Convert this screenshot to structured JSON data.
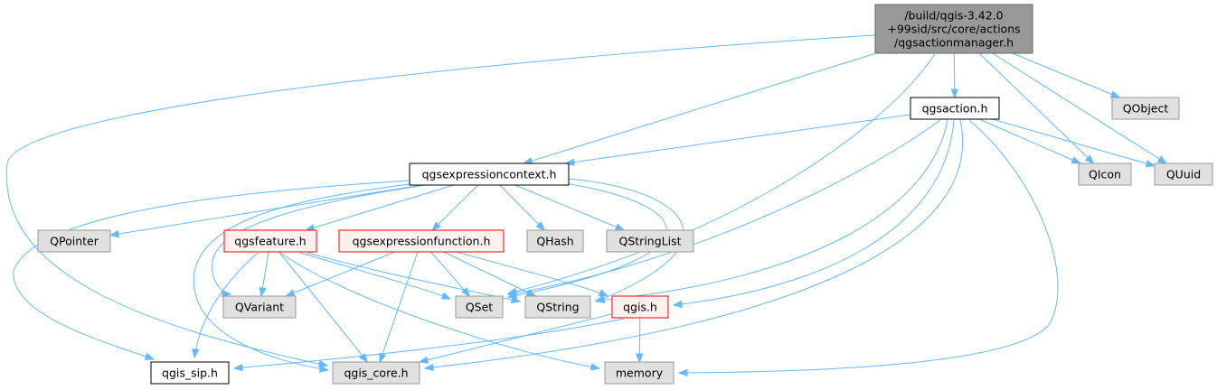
{
  "colors": {
    "edge": "#63b8ff",
    "root_fill": "#999999",
    "root_stroke": "#666666",
    "doc_fill": "#ffffff",
    "doc_stroke": "#000000",
    "truncated_fill": "#fff0f0",
    "truncated_stroke": "#ff0000",
    "external_fill": "#e0e0e0",
    "external_stroke": "#999999"
  },
  "nodes": {
    "root": {
      "lines": [
        "/build/qgis-3.42.0",
        "+99sid/src/core/actions",
        "/qgsactionmanager.h"
      ],
      "kind": "root"
    },
    "qgsaction": {
      "lines": [
        "qgsaction.h"
      ],
      "kind": "doc"
    },
    "qobject": {
      "lines": [
        "QObject"
      ],
      "kind": "external"
    },
    "qgsexpressioncontext": {
      "lines": [
        "qgsexpressioncontext.h"
      ],
      "kind": "doc"
    },
    "qicon": {
      "lines": [
        "QIcon"
      ],
      "kind": "external"
    },
    "quuid": {
      "lines": [
        "QUuid"
      ],
      "kind": "external"
    },
    "qpointer": {
      "lines": [
        "QPointer"
      ],
      "kind": "external"
    },
    "qgsfeature": {
      "lines": [
        "qgsfeature.h"
      ],
      "kind": "truncated"
    },
    "qgsexpressionfunction": {
      "lines": [
        "qgsexpressionfunction.h"
      ],
      "kind": "truncated"
    },
    "qhash": {
      "lines": [
        "QHash"
      ],
      "kind": "external"
    },
    "qstringlist": {
      "lines": [
        "QStringList"
      ],
      "kind": "external"
    },
    "qvariant": {
      "lines": [
        "QVariant"
      ],
      "kind": "external"
    },
    "qset": {
      "lines": [
        "QSet"
      ],
      "kind": "external"
    },
    "qstring": {
      "lines": [
        "QString"
      ],
      "kind": "external"
    },
    "qgis": {
      "lines": [
        "qgis.h"
      ],
      "kind": "truncated"
    },
    "qgis_sip": {
      "lines": [
        "qgis_sip.h"
      ],
      "kind": "doc"
    },
    "qgis_core": {
      "lines": [
        "qgis_core.h"
      ],
      "kind": "external"
    },
    "memory": {
      "lines": [
        "memory"
      ],
      "kind": "external"
    }
  },
  "edges": [
    [
      "root",
      "qgsaction"
    ],
    [
      "root",
      "qobject"
    ],
    [
      "root",
      "qicon"
    ],
    [
      "root",
      "quuid"
    ],
    [
      "root",
      "qgsexpressioncontext"
    ],
    [
      "root",
      "qset"
    ],
    [
      "root",
      "qgis_core"
    ],
    [
      "qgsaction",
      "qgsexpressioncontext"
    ],
    [
      "qgsaction",
      "qicon"
    ],
    [
      "qgsaction",
      "quuid"
    ],
    [
      "qgsaction",
      "qset"
    ],
    [
      "qgsaction",
      "qstring"
    ],
    [
      "qgsaction",
      "qgis"
    ],
    [
      "qgsaction",
      "qgis_core"
    ],
    [
      "qgsaction",
      "memory"
    ],
    [
      "qgsexpressioncontext",
      "qpointer"
    ],
    [
      "qgsexpressioncontext",
      "qgsfeature"
    ],
    [
      "qgsexpressioncontext",
      "qgsexpressionfunction"
    ],
    [
      "qgsexpressioncontext",
      "qhash"
    ],
    [
      "qgsexpressioncontext",
      "qstringlist"
    ],
    [
      "qgsexpressioncontext",
      "qvariant"
    ],
    [
      "qgsexpressioncontext",
      "qset"
    ],
    [
      "qgsexpressioncontext",
      "qstring"
    ],
    [
      "qgsexpressioncontext",
      "qgis_sip"
    ],
    [
      "qgsexpressioncontext",
      "qgis_core"
    ],
    [
      "qgsfeature",
      "qvariant"
    ],
    [
      "qgsfeature",
      "qset"
    ],
    [
      "qgsfeature",
      "qstring"
    ],
    [
      "qgsfeature",
      "qgis_sip"
    ],
    [
      "qgsfeature",
      "qgis_core"
    ],
    [
      "qgsfeature",
      "memory"
    ],
    [
      "qgsexpressionfunction",
      "qvariant"
    ],
    [
      "qgsexpressionfunction",
      "qset"
    ],
    [
      "qgsexpressionfunction",
      "qstring"
    ],
    [
      "qgsexpressionfunction",
      "qgis"
    ],
    [
      "qgsexpressionfunction",
      "qgis_core"
    ],
    [
      "qgis",
      "qgis_sip"
    ],
    [
      "qgis",
      "qgis_core"
    ],
    [
      "qgis",
      "memory"
    ]
  ]
}
